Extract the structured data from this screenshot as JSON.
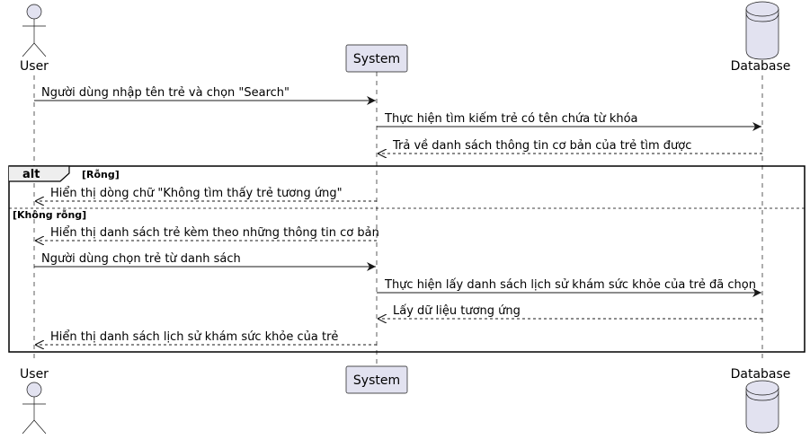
{
  "colors": {
    "participant_fill": "#E2E2F0",
    "participant_stroke": "#181818",
    "lifeline": "#181818",
    "message": "#181818",
    "background": "#FFFFFF"
  },
  "participants": [
    {
      "id": "user",
      "label": "User",
      "kind": "actor"
    },
    {
      "id": "system",
      "label": "System",
      "kind": "participant"
    },
    {
      "id": "database",
      "label": "Database",
      "kind": "database"
    }
  ],
  "messages": [
    {
      "from": "user",
      "to": "system",
      "label": "Người dùng nhập tên trẻ và chọn \"Search\"",
      "style": "sync"
    },
    {
      "from": "system",
      "to": "database",
      "label": "Thực hiện tìm kiếm trẻ có tên chứa từ khóa",
      "style": "sync"
    },
    {
      "from": "database",
      "to": "system",
      "label": "Trả về danh sách thông tin cơ bản của trẻ tìm được",
      "style": "return"
    },
    {
      "from": "system",
      "to": "user",
      "label": "Hiển thị dòng chữ \"Không tìm thấy trẻ tương ứng\"",
      "style": "return"
    },
    {
      "from": "system",
      "to": "user",
      "label": "Hiển thị danh sách trẻ kèm theo những thông tin cơ bản",
      "style": "return"
    },
    {
      "from": "user",
      "to": "system",
      "label": "Người dùng chọn trẻ từ danh sách",
      "style": "sync"
    },
    {
      "from": "system",
      "to": "database",
      "label": "Thực hiện lấy danh sách lịch sử khám sức khỏe của trẻ đã chọn",
      "style": "sync"
    },
    {
      "from": "database",
      "to": "system",
      "label": "Lấy dữ liệu tương ứng",
      "style": "return"
    },
    {
      "from": "system",
      "to": "user",
      "label": "Hiển thị danh sách lịch sử khám sức khỏe của trẻ",
      "style": "return"
    }
  ],
  "fragment": {
    "keyword": "alt",
    "guard_1": "[Rỗng]",
    "guard_2": "[Không rỗng]"
  }
}
